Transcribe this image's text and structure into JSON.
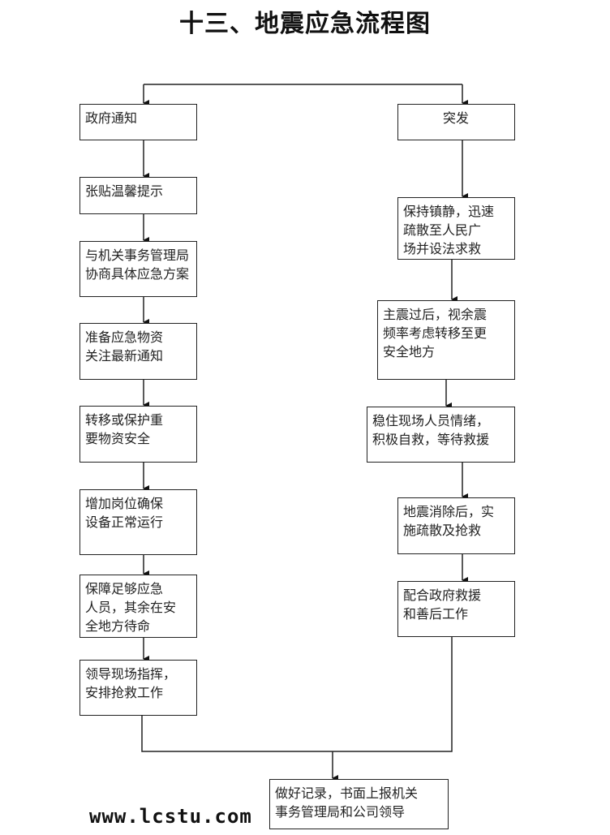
{
  "title": "十三、地震应急流程图",
  "left_column": [
    "政府通知",
    "张贴温馨提示",
    "与机关事务管理局\n协商具体应急方案",
    "准备应急物资\n关注最新通知",
    "转移或保护重\n要物资安全",
    "增加岗位确保\n设备正常运行",
    "保障足够应急\n人员，其余在安\n全地方待命",
    "领导现场指挥，\n安排抢救工作"
  ],
  "right_column": [
    "突发",
    "保持镇静，迅速\n疏散至人民广\n场并设法求救",
    "主震过后，视余震\n频率考虑转移至更\n安全地方",
    "稳住现场人员情绪，\n积极自救，等待救援",
    "地震消除后，实\n施疏散及抢救",
    "配合政府救援\n和善后工作"
  ],
  "final_step": "做好记录，书面上报机关\n事务管理局和公司领导",
  "watermark": "www.lcstu.com"
}
